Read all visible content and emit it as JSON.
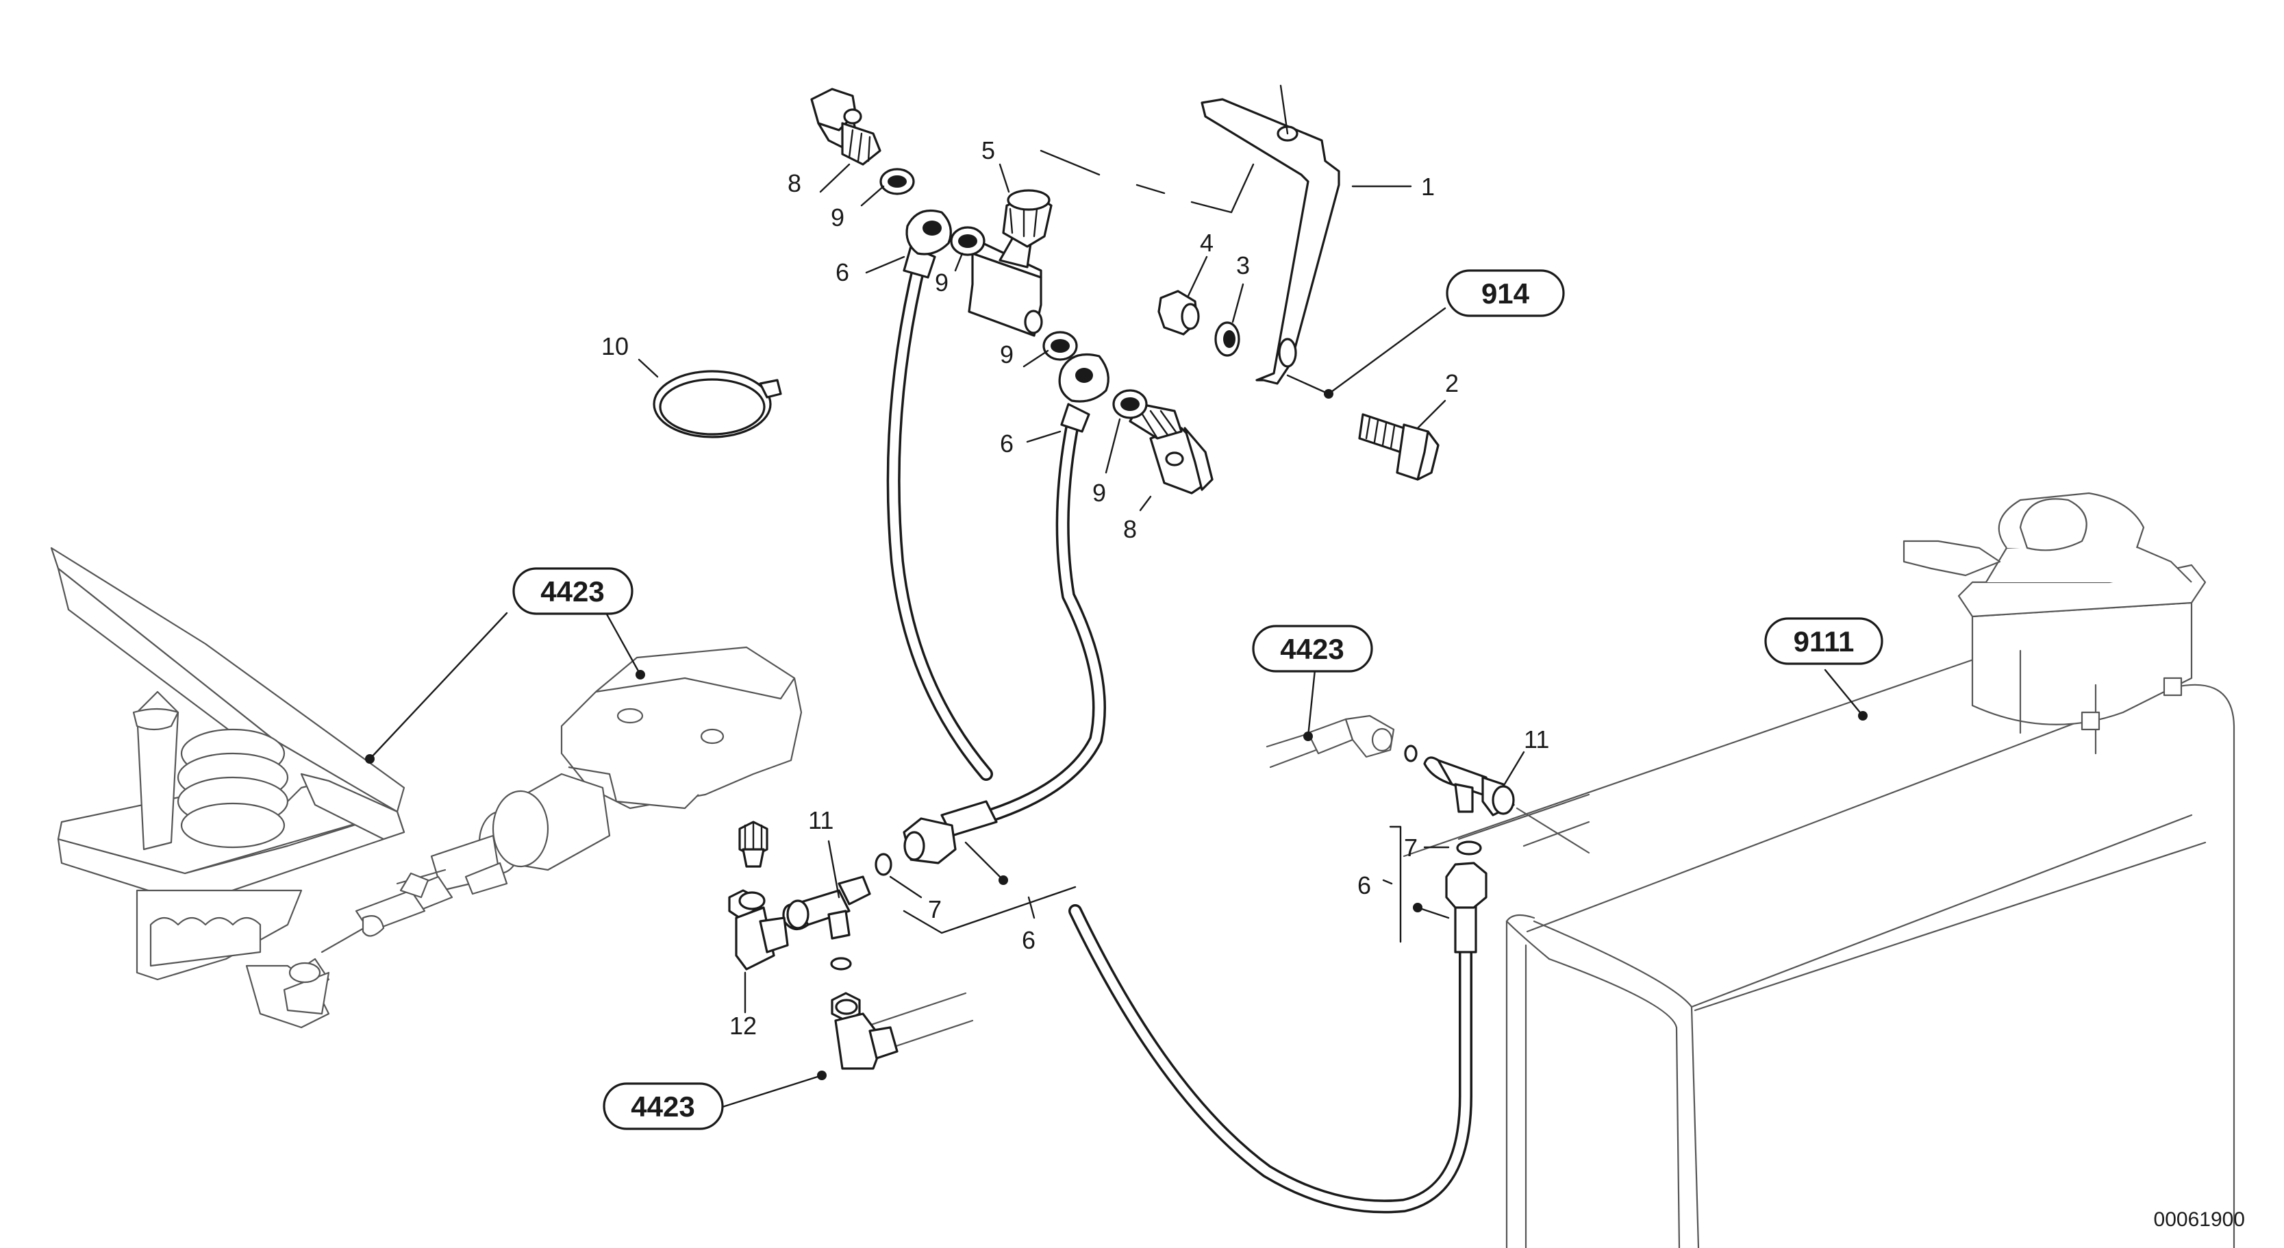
{
  "diagram": {
    "part_numbers": {
      "n1": "1",
      "n2": "2",
      "n3": "3",
      "n4": "4",
      "n5": "5",
      "n6a": "6",
      "n6b": "6",
      "n6c": "6",
      "n6d": "6",
      "n7a": "7",
      "n7b": "7",
      "n8a": "8",
      "n8b": "8",
      "n9a": "9",
      "n9b": "9",
      "n9c": "9",
      "n9d": "9",
      "n10": "10",
      "n11a": "11",
      "n11b": "11",
      "n12": "12"
    },
    "references": {
      "r914": "914",
      "r4423_pedal": "4423",
      "r4423_hose": "4423",
      "r4423_bottom": "4423",
      "r9111": "9111"
    },
    "drawing_number": "00061900"
  }
}
